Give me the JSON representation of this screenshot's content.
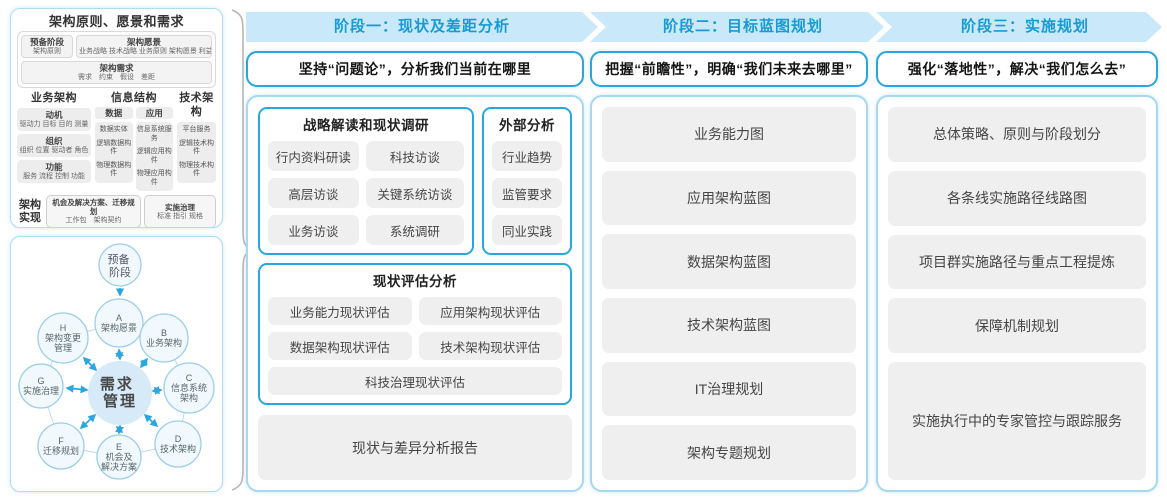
{
  "colors": {
    "accent_blue": "#29a6e0",
    "banner_bg": "#c9e8f9",
    "banner_text": "#189bd5",
    "chip_gray": "#efefef"
  },
  "left": {
    "principles": {
      "title": "架构原则、愿景和需求",
      "prep_title": "预备阶段",
      "prep_sub": "架构原则",
      "vision_title": "架构愿景",
      "vision_sub": "业务战略 技术战略 业务原则 架构愿景 利益相关者",
      "req_title": "架构需求",
      "req_sub": "需求　约束　假设　差距",
      "business": {
        "title": "业务架构",
        "items": [
          {
            "title": "动机",
            "sub": "驱动力 目标 目的 测量"
          },
          {
            "title": "组织",
            "sub": "组织 位置 驱动者 角色"
          },
          {
            "title": "功能",
            "sub": "服务 流程 控制 功能"
          }
        ]
      },
      "information": {
        "title": "信息结构",
        "data_title": "数据",
        "data_items": [
          "数据实体",
          "逻辑数据构件",
          "物理数据构件"
        ],
        "app_title": "应用",
        "app_items": [
          "信息系统服务",
          "逻辑应用构件",
          "物理应用构件"
        ]
      },
      "technology": {
        "title": "技术架构",
        "items": [
          "平台服务",
          "逻辑技术构件",
          "物理技术构件"
        ]
      },
      "realization": {
        "title": "架构实现",
        "box1_title": "机会及解决方案、迁移规划",
        "box1_sub": "工作包　架构契约",
        "box2_title": "实施治理",
        "box2_sub": "标准 指引 规格"
      }
    },
    "adm": {
      "prep": [
        "预备",
        "阶段"
      ],
      "center": [
        "需求",
        "管理"
      ],
      "nodes": [
        {
          "letter": "A",
          "l1": "架构愿景",
          "l2": ""
        },
        {
          "letter": "B",
          "l1": "业务架构",
          "l2": ""
        },
        {
          "letter": "C",
          "l1": "信息系统",
          "l2": "架构"
        },
        {
          "letter": "D",
          "l1": "技术架构",
          "l2": ""
        },
        {
          "letter": "E",
          "l1": "机会及",
          "l2": "解决方案"
        },
        {
          "letter": "F",
          "l1": "迁移规划",
          "l2": ""
        },
        {
          "letter": "G",
          "l1": "实施治理",
          "l2": ""
        },
        {
          "letter": "H",
          "l1": "架构变更",
          "l2": "管理"
        }
      ]
    }
  },
  "phases": [
    {
      "banner": "阶段一：现状及差距分析",
      "subtitle": "坚持“问题论”，分析我们当前在哪里",
      "groups": [
        {
          "title": "战略解读和现状调研",
          "items": [
            "行内资料研读",
            "科技访谈",
            "高层访谈",
            "关键系统访谈",
            "业务访谈",
            "系统调研"
          ]
        },
        {
          "title": "外部分析",
          "items": [
            "行业趋势",
            "监管要求",
            "同业实践"
          ]
        },
        {
          "title": "现状评估分析",
          "items": [
            "业务能力现状评估",
            "应用架构现状评估",
            "数据架构现状评估",
            "技术架构现状评估",
            "科技治理现状评估"
          ]
        }
      ],
      "report": "现状与差异分析报告"
    },
    {
      "banner": "阶段二：目标蓝图规划",
      "subtitle": "把握“前瞻性”，明确“我们未来去哪里”",
      "items": [
        "业务能力图",
        "应用架构蓝图",
        "数据架构蓝图",
        "技术架构蓝图",
        "IT治理规划",
        "架构专题规划"
      ]
    },
    {
      "banner": "阶段三：实施规划",
      "subtitle": "强化“落地性”，解决“我们怎么去”",
      "items": [
        "总体策略、原则与阶段划分",
        "各条线实施路径线路图",
        "项目群实施路径与重点工程提炼",
        "保障机制规划",
        "实施执行中的专家管控与跟踪服务"
      ]
    }
  ]
}
